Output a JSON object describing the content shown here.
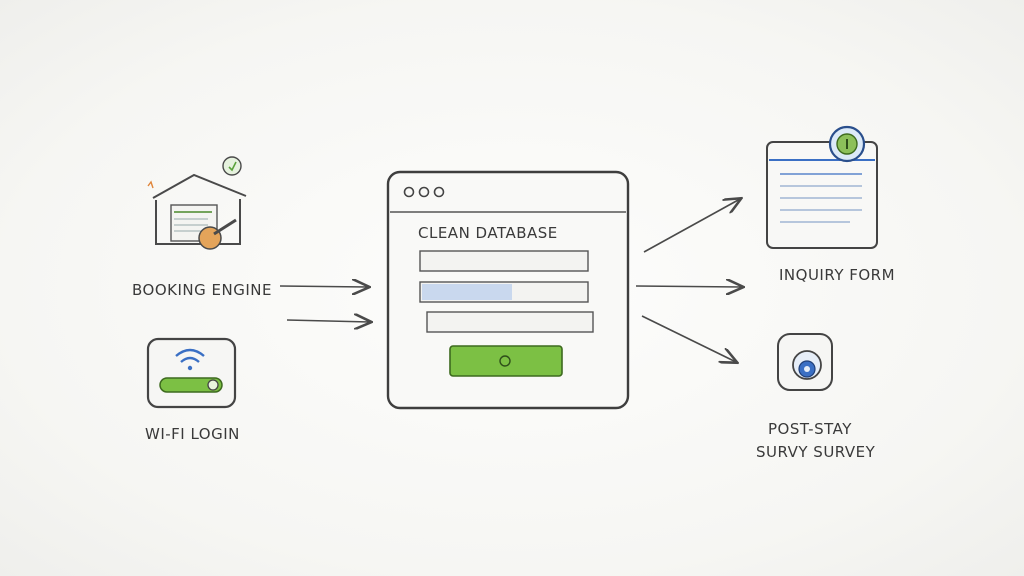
{
  "sources": {
    "booking_engine": "BOOKING ENGINE",
    "wifi_login": "WI-FI LOGIN"
  },
  "center": {
    "title": "CLEAN DATABASE"
  },
  "outputs": {
    "inquiry_form": "INQUIRY FORM",
    "post_stay_line1": "POST-STAY",
    "post_stay_line2": "SURVY SURVEY"
  },
  "colors": {
    "ink": "#4a4a4a",
    "accent_green": "#6bb33a",
    "accent_blue": "#3a6fc4",
    "accent_orange": "#e0853a"
  }
}
